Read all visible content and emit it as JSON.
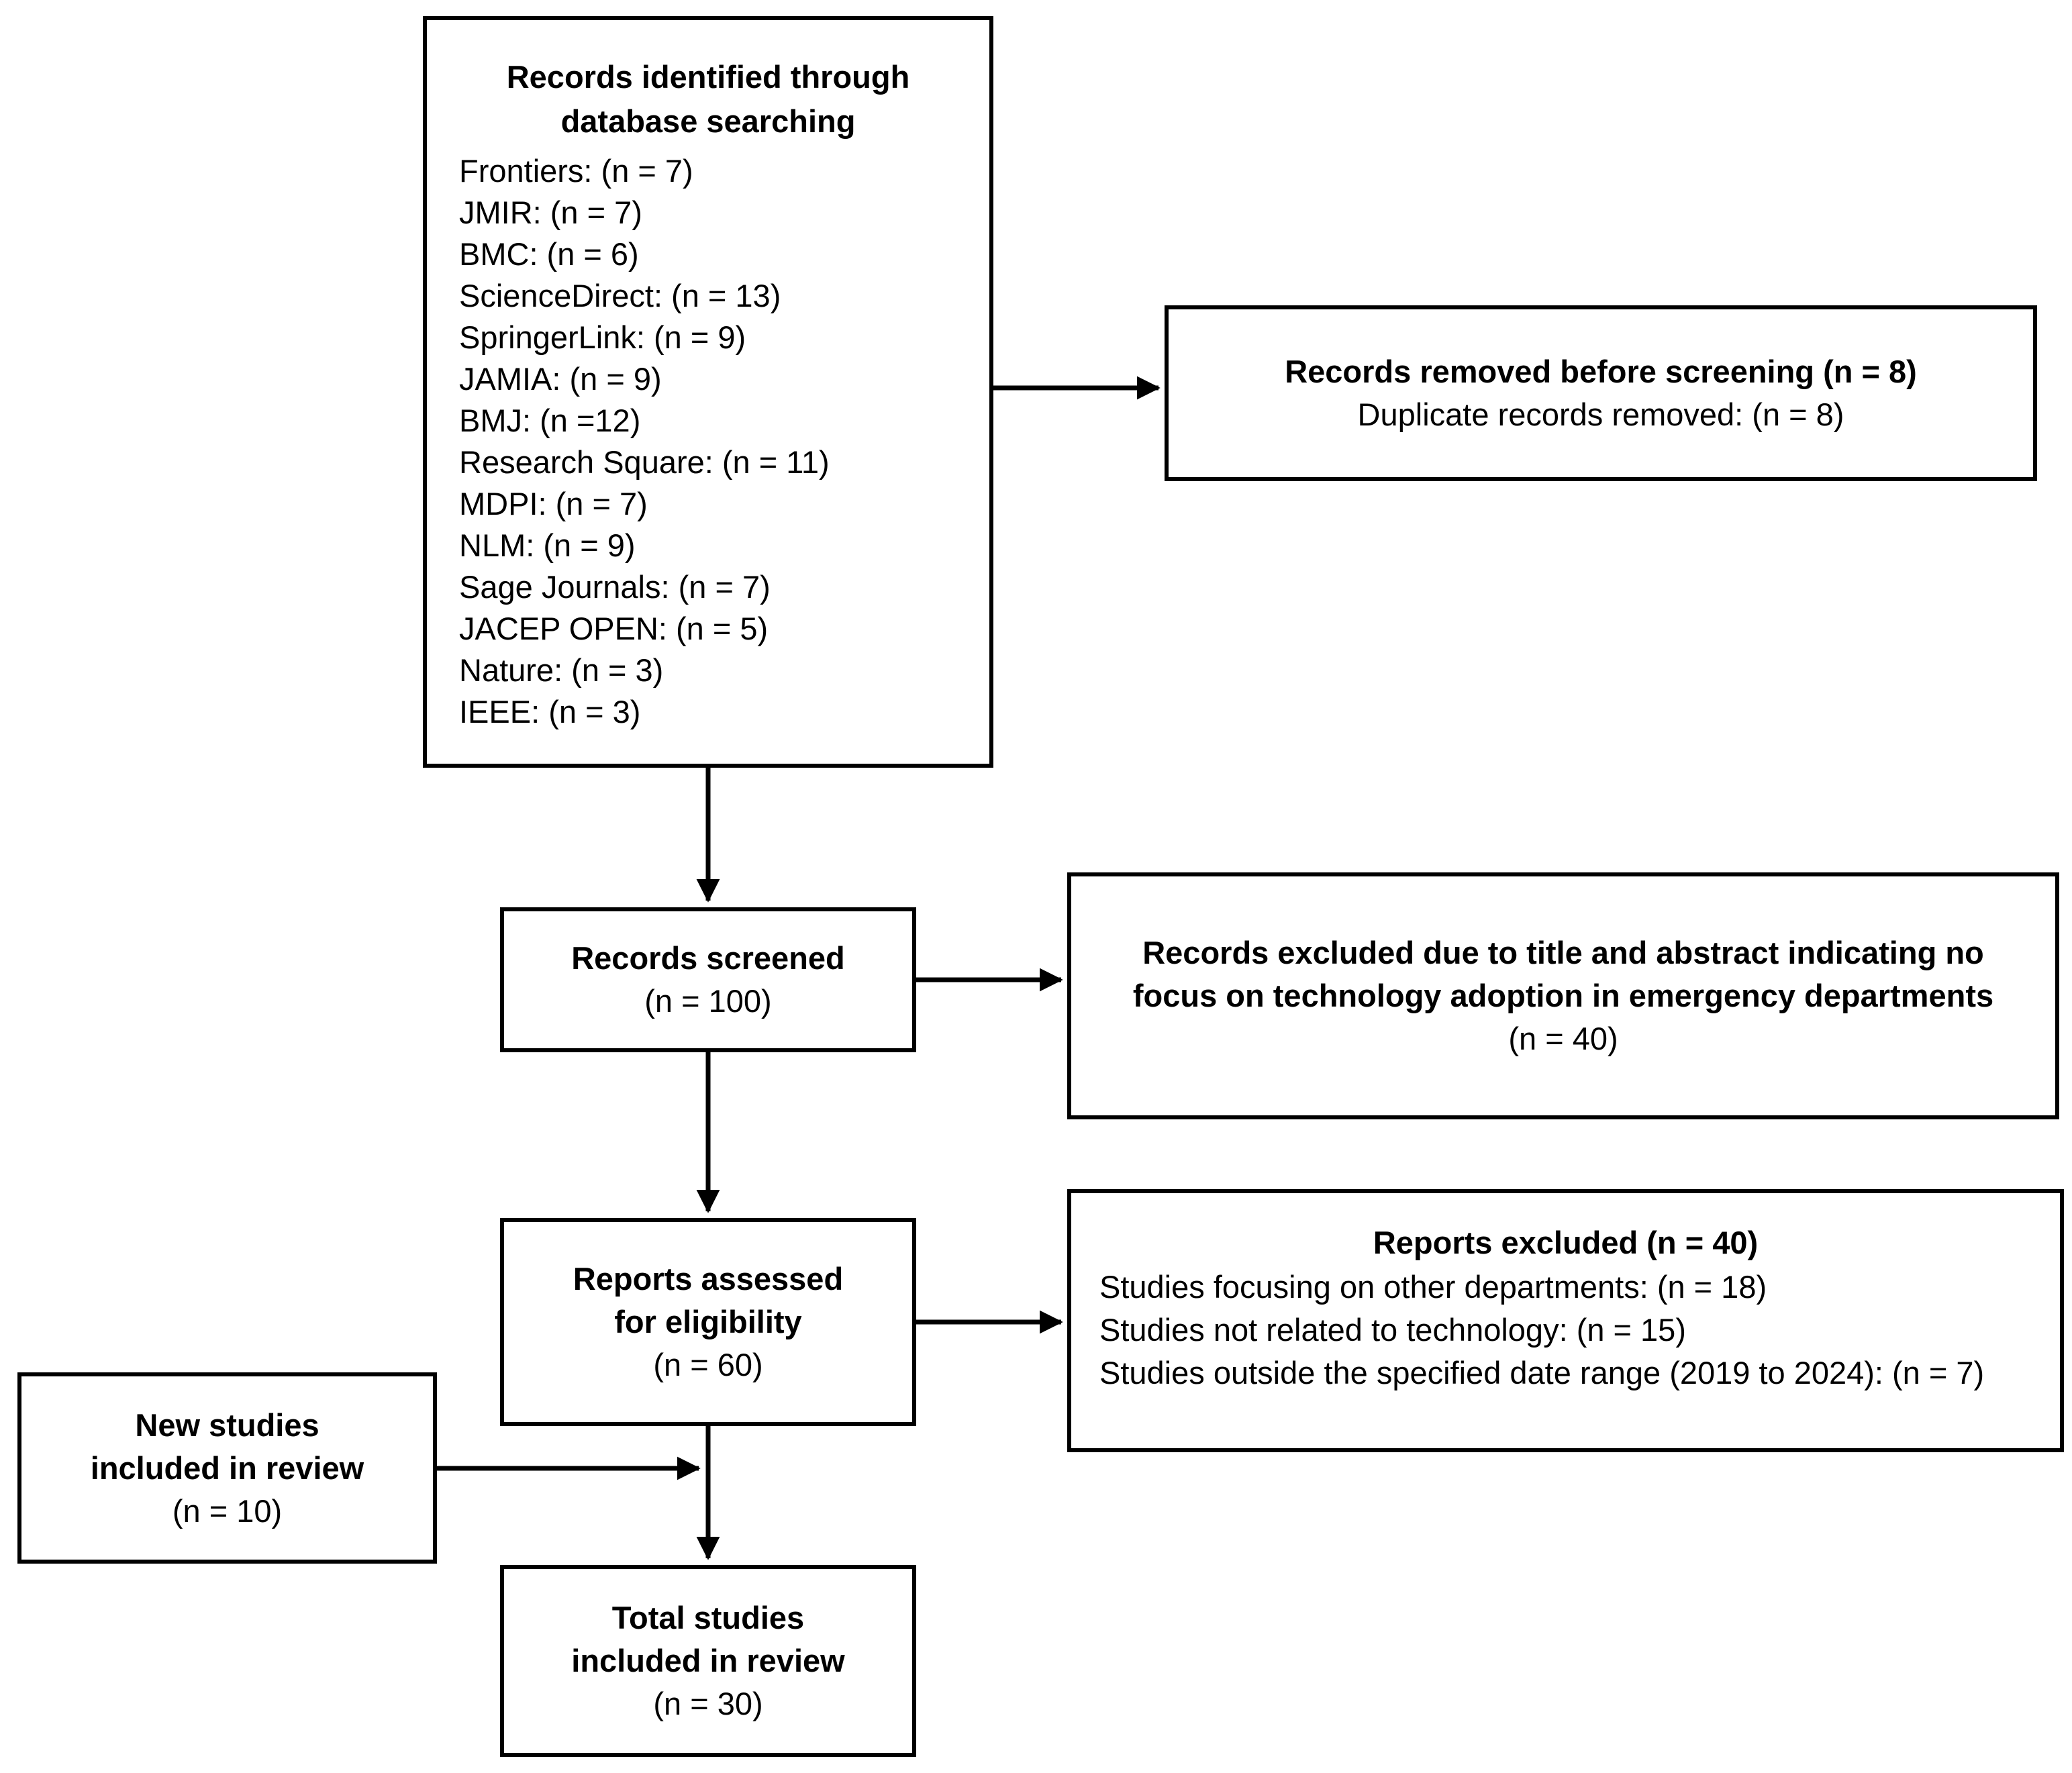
{
  "boxes": {
    "identification": {
      "title_line1": "Records identified through",
      "title_line2": "database searching",
      "sources": [
        "Frontiers: (n = 7)",
        "JMIR: (n = 7)",
        "BMC: (n = 6)",
        "ScienceDirect: (n = 13)",
        "SpringerLink: (n = 9)",
        "JAMIA: (n = 9)",
        "BMJ: (n =12)",
        "Research Square: (n = 11)",
        "MDPI: (n = 7)",
        "NLM: (n = 9)",
        "Sage Journals: (n = 7)",
        "JACEP OPEN: (n = 5)",
        "Nature: (n = 3)",
        "IEEE: (n = 3)"
      ]
    },
    "removed": {
      "title": "Records removed before screening (n = 8)",
      "detail": "Duplicate records removed: (n = 8)"
    },
    "screened": {
      "title": "Records screened",
      "count": "(n = 100)"
    },
    "excluded_screening": {
      "title": "Records excluded due to title and abstract indicating no focus on technology adoption in emergency departments",
      "count": "(n = 40)"
    },
    "assessed": {
      "title_line1": "Reports assessed",
      "title_line2": "for eligibility",
      "count": "(n = 60)"
    },
    "excluded_eligibility": {
      "title": "Reports excluded (n = 40)",
      "reasons": [
        "Studies focusing on other departments: (n = 18)",
        "Studies not related to technology: (n = 15)",
        "Studies outside the specified date range (2019 to 2024): (n = 7)"
      ]
    },
    "new_studies": {
      "title_line1": "New studies",
      "title_line2": "included in review",
      "count": "(n = 10)"
    },
    "total": {
      "title_line1": "Total studies",
      "title_line2": "included in review",
      "count": "(n = 30)"
    }
  },
  "colors": {
    "ink": "#000000",
    "background": "#ffffff"
  }
}
